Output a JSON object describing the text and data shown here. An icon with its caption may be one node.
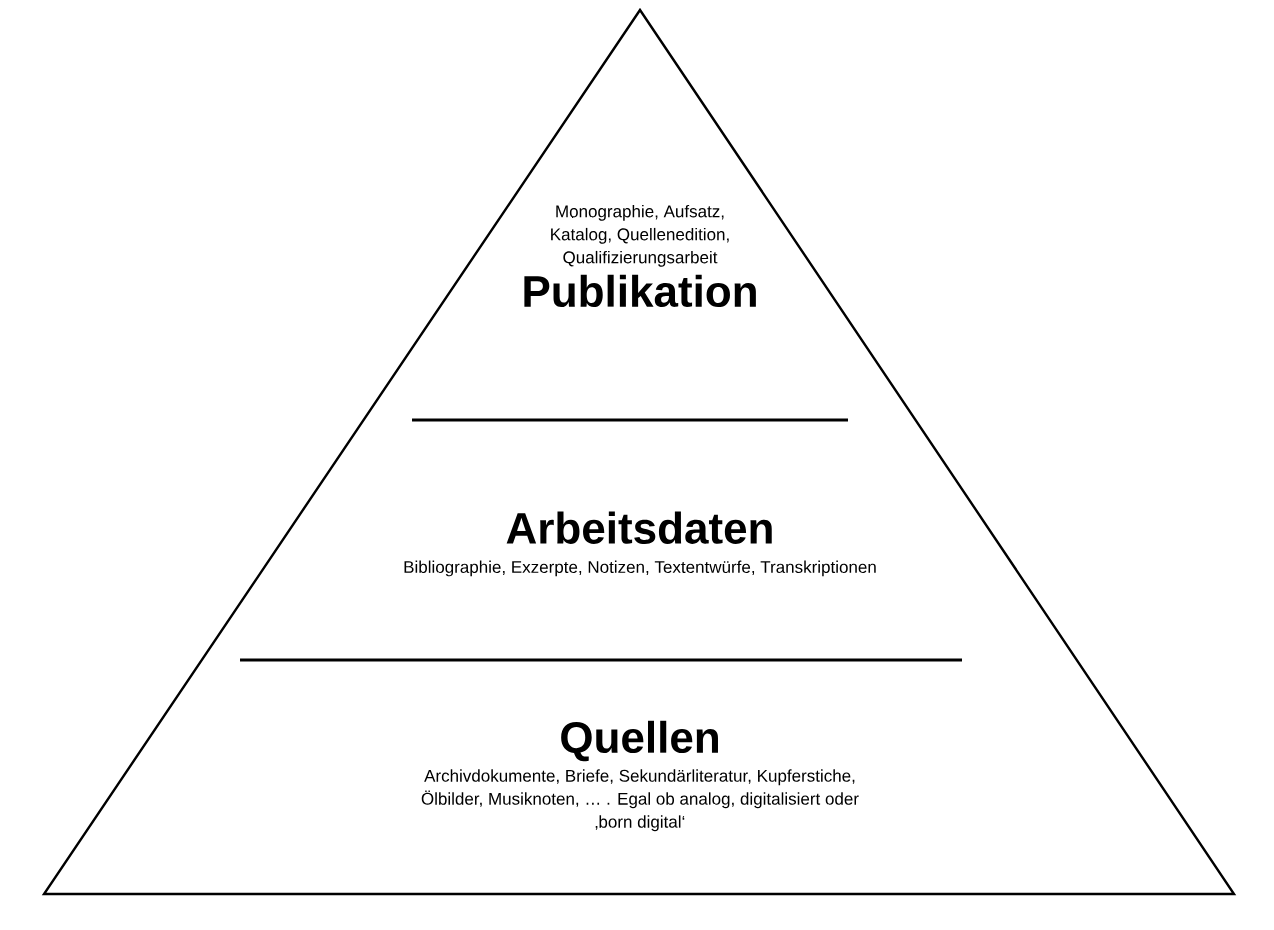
{
  "diagram": {
    "nodes": [
      {
        "text": [
          "Monographie, Aufsatz, Katalog, Quellenedition, Qualifizierungsarbeit",
          "Publikation"
        ]
      },
      {
        "text": [
          "Arbeitsdaten",
          "Bibliographie, Exzerpte, Notizen, Textentwürfe, Transkriptionen"
        ]
      },
      {
        "text": [
          "Quellen",
          "Archivdokumente, Briefe, Sekundärliteratur, Kupferstiche, Ölbilder, Musiknoten, … . Egal ob analog, digitalisiert oder ‚born digital‘"
        ]
      }
    ]
  }
}
